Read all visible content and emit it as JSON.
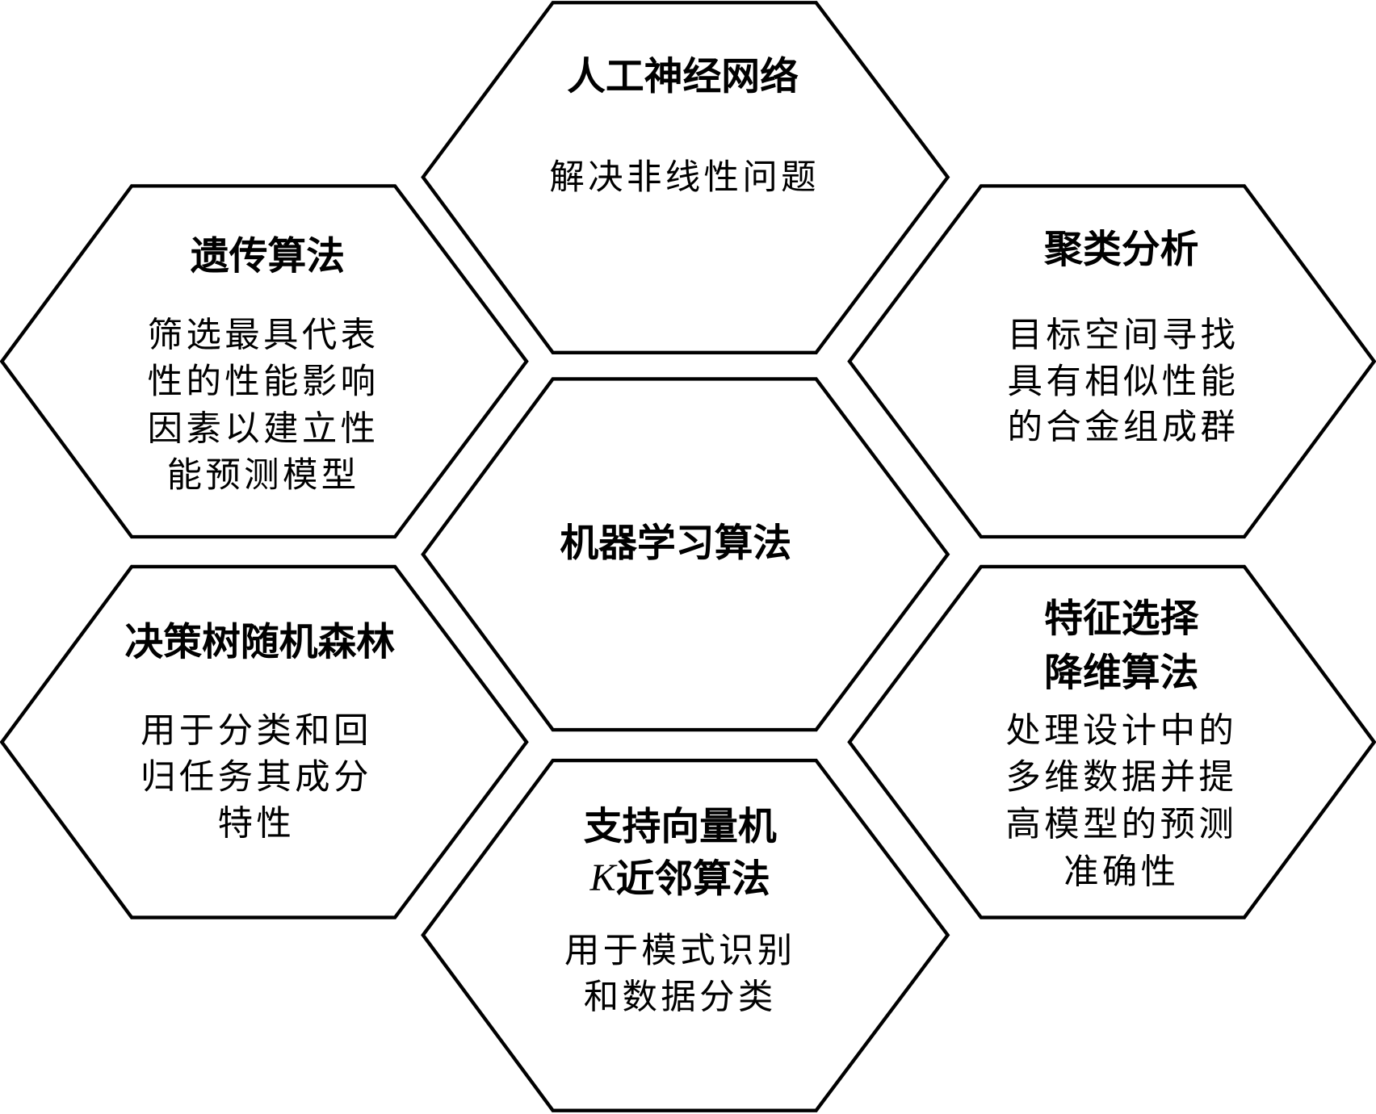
{
  "center": {
    "title": "机器学习算法"
  },
  "nodes": {
    "ann": {
      "title": "人工神经网络",
      "body": [
        "解决非线性问题"
      ]
    },
    "ga": {
      "title": "遗传算法",
      "body": [
        "筛选最具代表",
        "性的性能影响",
        "因素以建立性",
        "能预测模型"
      ]
    },
    "cluster": {
      "title": "聚类分析",
      "body": [
        "目标空间寻找",
        "具有相似性能",
        "的合金组成群"
      ]
    },
    "tree": {
      "title": "决策树随机森林",
      "body": [
        "用于分类和回",
        "归任务其成分",
        "特性"
      ]
    },
    "feature": {
      "title": [
        "特征选择",
        "降维算法"
      ],
      "body": [
        "处理设计中的",
        "多维数据并提",
        "高模型的预测",
        "准确性"
      ]
    },
    "svm": {
      "title": [
        "支持向量机",
        "K",
        "近邻算法"
      ],
      "body": [
        "用于模式识别",
        "和数据分类"
      ]
    }
  }
}
